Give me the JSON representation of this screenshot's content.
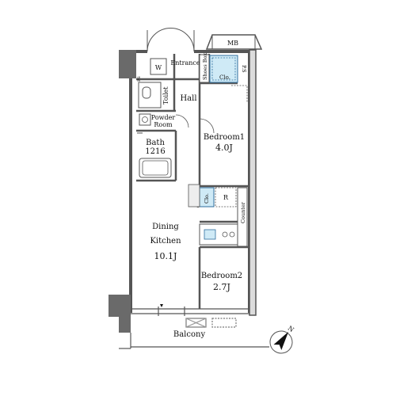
{
  "rooms": {
    "mb": "MB",
    "entrance": "Entrance",
    "w": "W",
    "shoes_box": "Shoes Box",
    "ps": "P.S",
    "clo": "Clo.",
    "toilet": "Toilet",
    "hall": "Hall",
    "powder_room_1": "Powder",
    "powder_room_2": "Room",
    "bath": "Bath",
    "bath_size": "1216",
    "bedroom1": "Bedroom1",
    "bedroom1_size": "4.0J",
    "clo_small": "Clo.",
    "r": "R",
    "counter": "Counter",
    "dining_kitchen_1": "Dining",
    "dining_kitchen_2": "Kitchen",
    "dining_kitchen_size": "10.1J",
    "bedroom2": "Bedroom2",
    "bedroom2_size": "2.7J",
    "balcony": "Balcony",
    "ps_small": "PS"
  },
  "compass": {
    "north_label": "N"
  },
  "colors": {
    "wall": "#555555",
    "light_wall": "#b5b5b5",
    "accent_blue": "#9fd3ea",
    "dark_blue": "#2f6f9f"
  }
}
